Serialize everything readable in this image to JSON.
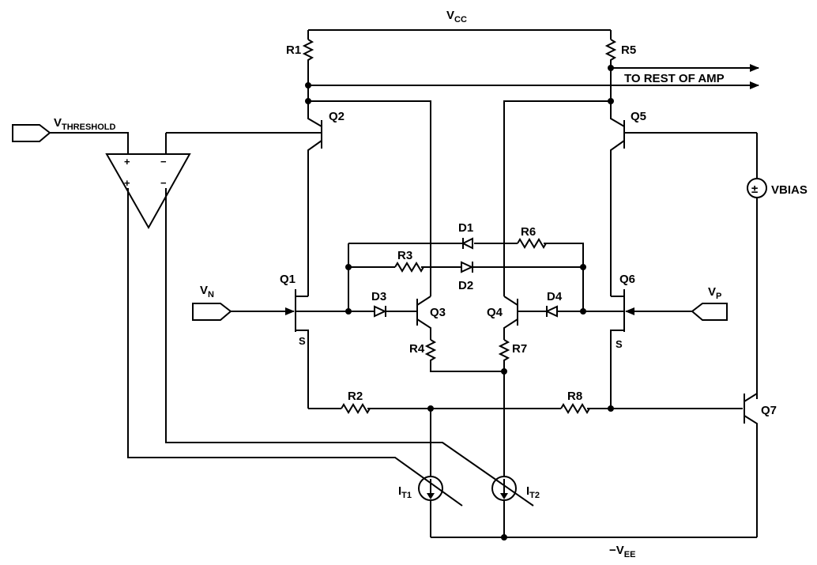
{
  "labels": {
    "vcc_main": "V",
    "vcc_sub": "CC",
    "vee_main": "−V",
    "vee_sub": "EE",
    "vthr_main": "V",
    "vthr_sub": "THRESHOLD",
    "vn_main": "V",
    "vn_sub": "N",
    "vp_main": "V",
    "vp_sub": "P",
    "it1_main": "I",
    "it1_sub": "T1",
    "it2_main": "I",
    "it2_sub": "T2",
    "to_rest": "TO REST OF AMP",
    "vbias": "VBIAS",
    "plus": "+",
    "minus": "−",
    "pm": "±",
    "s": "S"
  },
  "components": {
    "R1": "R1",
    "R2": "R2",
    "R3": "R3",
    "R4": "R4",
    "R5": "R5",
    "R6": "R6",
    "R7": "R7",
    "R8": "R8",
    "Q1": "Q1",
    "Q2": "Q2",
    "Q3": "Q3",
    "Q4": "Q4",
    "Q5": "Q5",
    "Q6": "Q6",
    "Q7": "Q7",
    "D1": "D1",
    "D2": "D2",
    "D3": "D3",
    "D4": "D4"
  }
}
